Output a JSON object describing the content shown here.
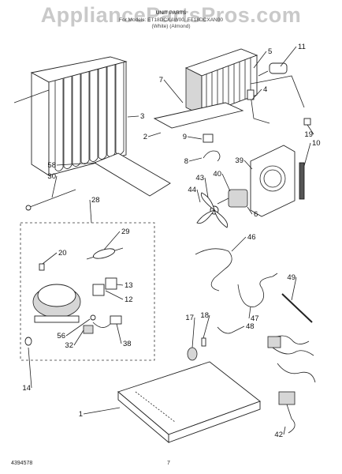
{
  "header": {
    "watermark": "AppliancePartsPros.com",
    "title": "UNIT PARTS",
    "models": "For Models: ET18DCXAW00, ET18DCXAN00",
    "colors": "(White)     (Almond)"
  },
  "callouts": [
    "1",
    "2",
    "3",
    "4",
    "5",
    "6",
    "7",
    "8",
    "9",
    "10",
    "11",
    "12",
    "13",
    "14",
    "17",
    "18",
    "19",
    "20",
    "28",
    "29",
    "30",
    "32",
    "38",
    "39",
    "40",
    "42",
    "43",
    "44",
    "46",
    "47",
    "48",
    "49",
    "56",
    "58"
  ],
  "footer": {
    "doc_number": "4394578",
    "page_number": "7"
  }
}
